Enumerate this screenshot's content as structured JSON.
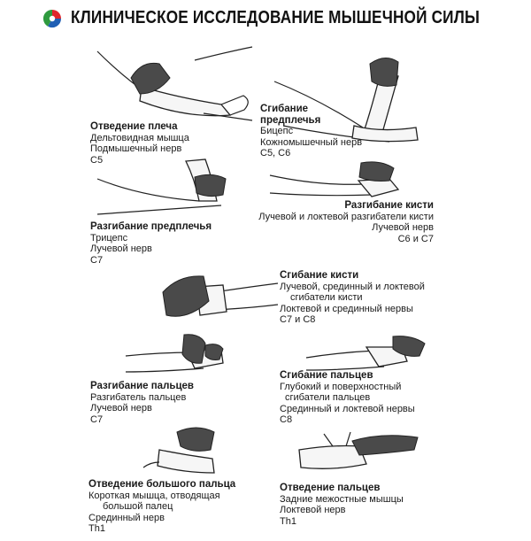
{
  "header": {
    "title": "КЛИНИЧЕСКОЕ ИССЛЕДОВАНИЕ МЫШЕЧНОЙ СИЛЫ"
  },
  "tests": [
    {
      "title": "Отведение плеча",
      "lines": [
        "Дельтовидная мышца",
        "Подмышечный нерв",
        "C5"
      ]
    },
    {
      "title": "Сгибание предплечья",
      "lines": [
        "Бицепс",
        "Кожномышечный нерв",
        "C5, C6"
      ]
    },
    {
      "title": "Разгибание предплечья",
      "lines": [
        "Трицепс",
        "Лучевой нерв",
        "C7"
      ]
    },
    {
      "title": "Разгибание кисти",
      "lines": [
        "Лучевой и локтевой разгибатели кисти",
        "Лучевой нерв",
        "C6 и C7"
      ]
    },
    {
      "title": "Сгибание кисти",
      "lines": [
        "Лучевой, срединный и локтевой",
        "сгибатели кисти",
        "Локтевой и срединный нервы",
        "C7 и C8"
      ]
    },
    {
      "title": "Разгибание пальцев",
      "lines": [
        "Разгибатель пальцев",
        "Лучевой нерв",
        "C7"
      ]
    },
    {
      "title": "Сгибание пальцев",
      "lines": [
        "Глубокий и поверхностный",
        "сгибатели пальцев",
        "Срединный и локтевой нервы",
        "C8"
      ]
    },
    {
      "title": "Отведение большого пальца",
      "lines": [
        "Короткая мышца, отводящая",
        "большой палец",
        "Срединный нерв",
        "Th1"
      ]
    },
    {
      "title": "Отведение пальцев",
      "lines": [
        "Задние межостные мышцы",
        "Локтевой нерв",
        "Th1"
      ]
    }
  ],
  "colors": {
    "logo_red": "#e0262b",
    "logo_blue": "#1f5fb4",
    "logo_green": "#2e9a3e",
    "glove": "#4a4a4a"
  }
}
